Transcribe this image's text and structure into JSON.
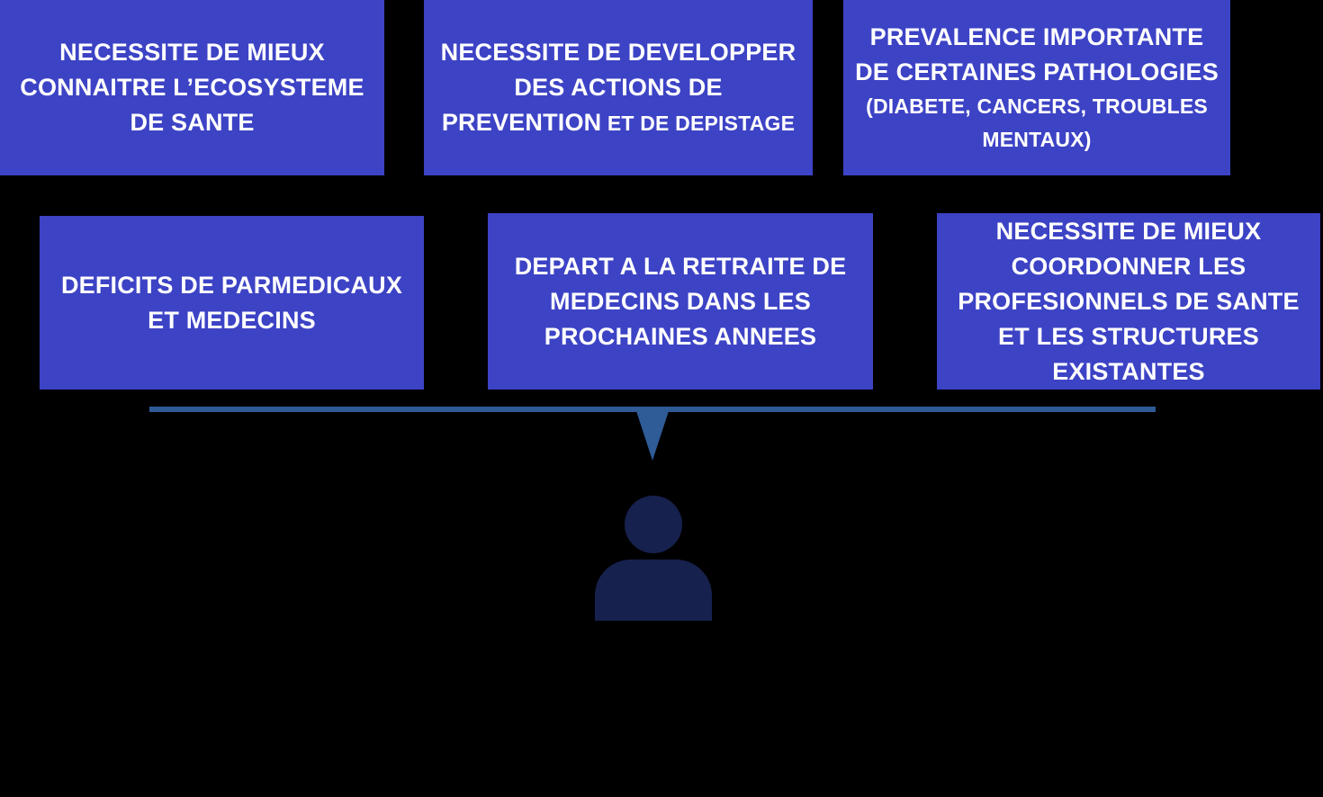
{
  "diagram": {
    "background_color": "#000000",
    "colors": {
      "box_fill": "#3D43C5",
      "box_text": "#FFFFFF",
      "connector": "#2F5B97",
      "person": "#17214D"
    },
    "boxes": {
      "ecosystem": {
        "line1": "NECESSITE DE MIEUX",
        "line2": "CONNAITRE L’ECOSYSTEME",
        "line3": "DE SANTE"
      },
      "prevention": {
        "line1": "NECESSITE DE DEVELOPPER",
        "line2": "DES ACTIONS DE",
        "line3_main": "PREVENTION",
        "line3_small": "ET DE DEPISTAGE"
      },
      "prevalence": {
        "line1": "PREVALENCE IMPORTANTE",
        "line2": "DE CERTAINES PATHOLOGIES",
        "line3": "(DIABETE, CANCERS, TROUBLES",
        "line4": "MENTAUX)"
      },
      "deficits": {
        "line1": "DEFICITS DE PARMEDICAUX",
        "line2": "ET MEDECINS"
      },
      "retirement": {
        "line1": "DEPART A LA RETRAITE DE",
        "line2": "MEDECINS DANS LES",
        "line3": "PROCHAINES ANNEES"
      },
      "coordination": {
        "line1": "NECESSITE DE MIEUX",
        "line2": "COORDONNER LES",
        "line3": "PROFESIONNELS DE SANTE",
        "line4": "ET LES STRUCTURES",
        "line5": "EXISTANTES"
      }
    },
    "icons": {
      "connector": "connector-line",
      "arrow": "down-arrow-icon",
      "person": "person-icon"
    }
  }
}
